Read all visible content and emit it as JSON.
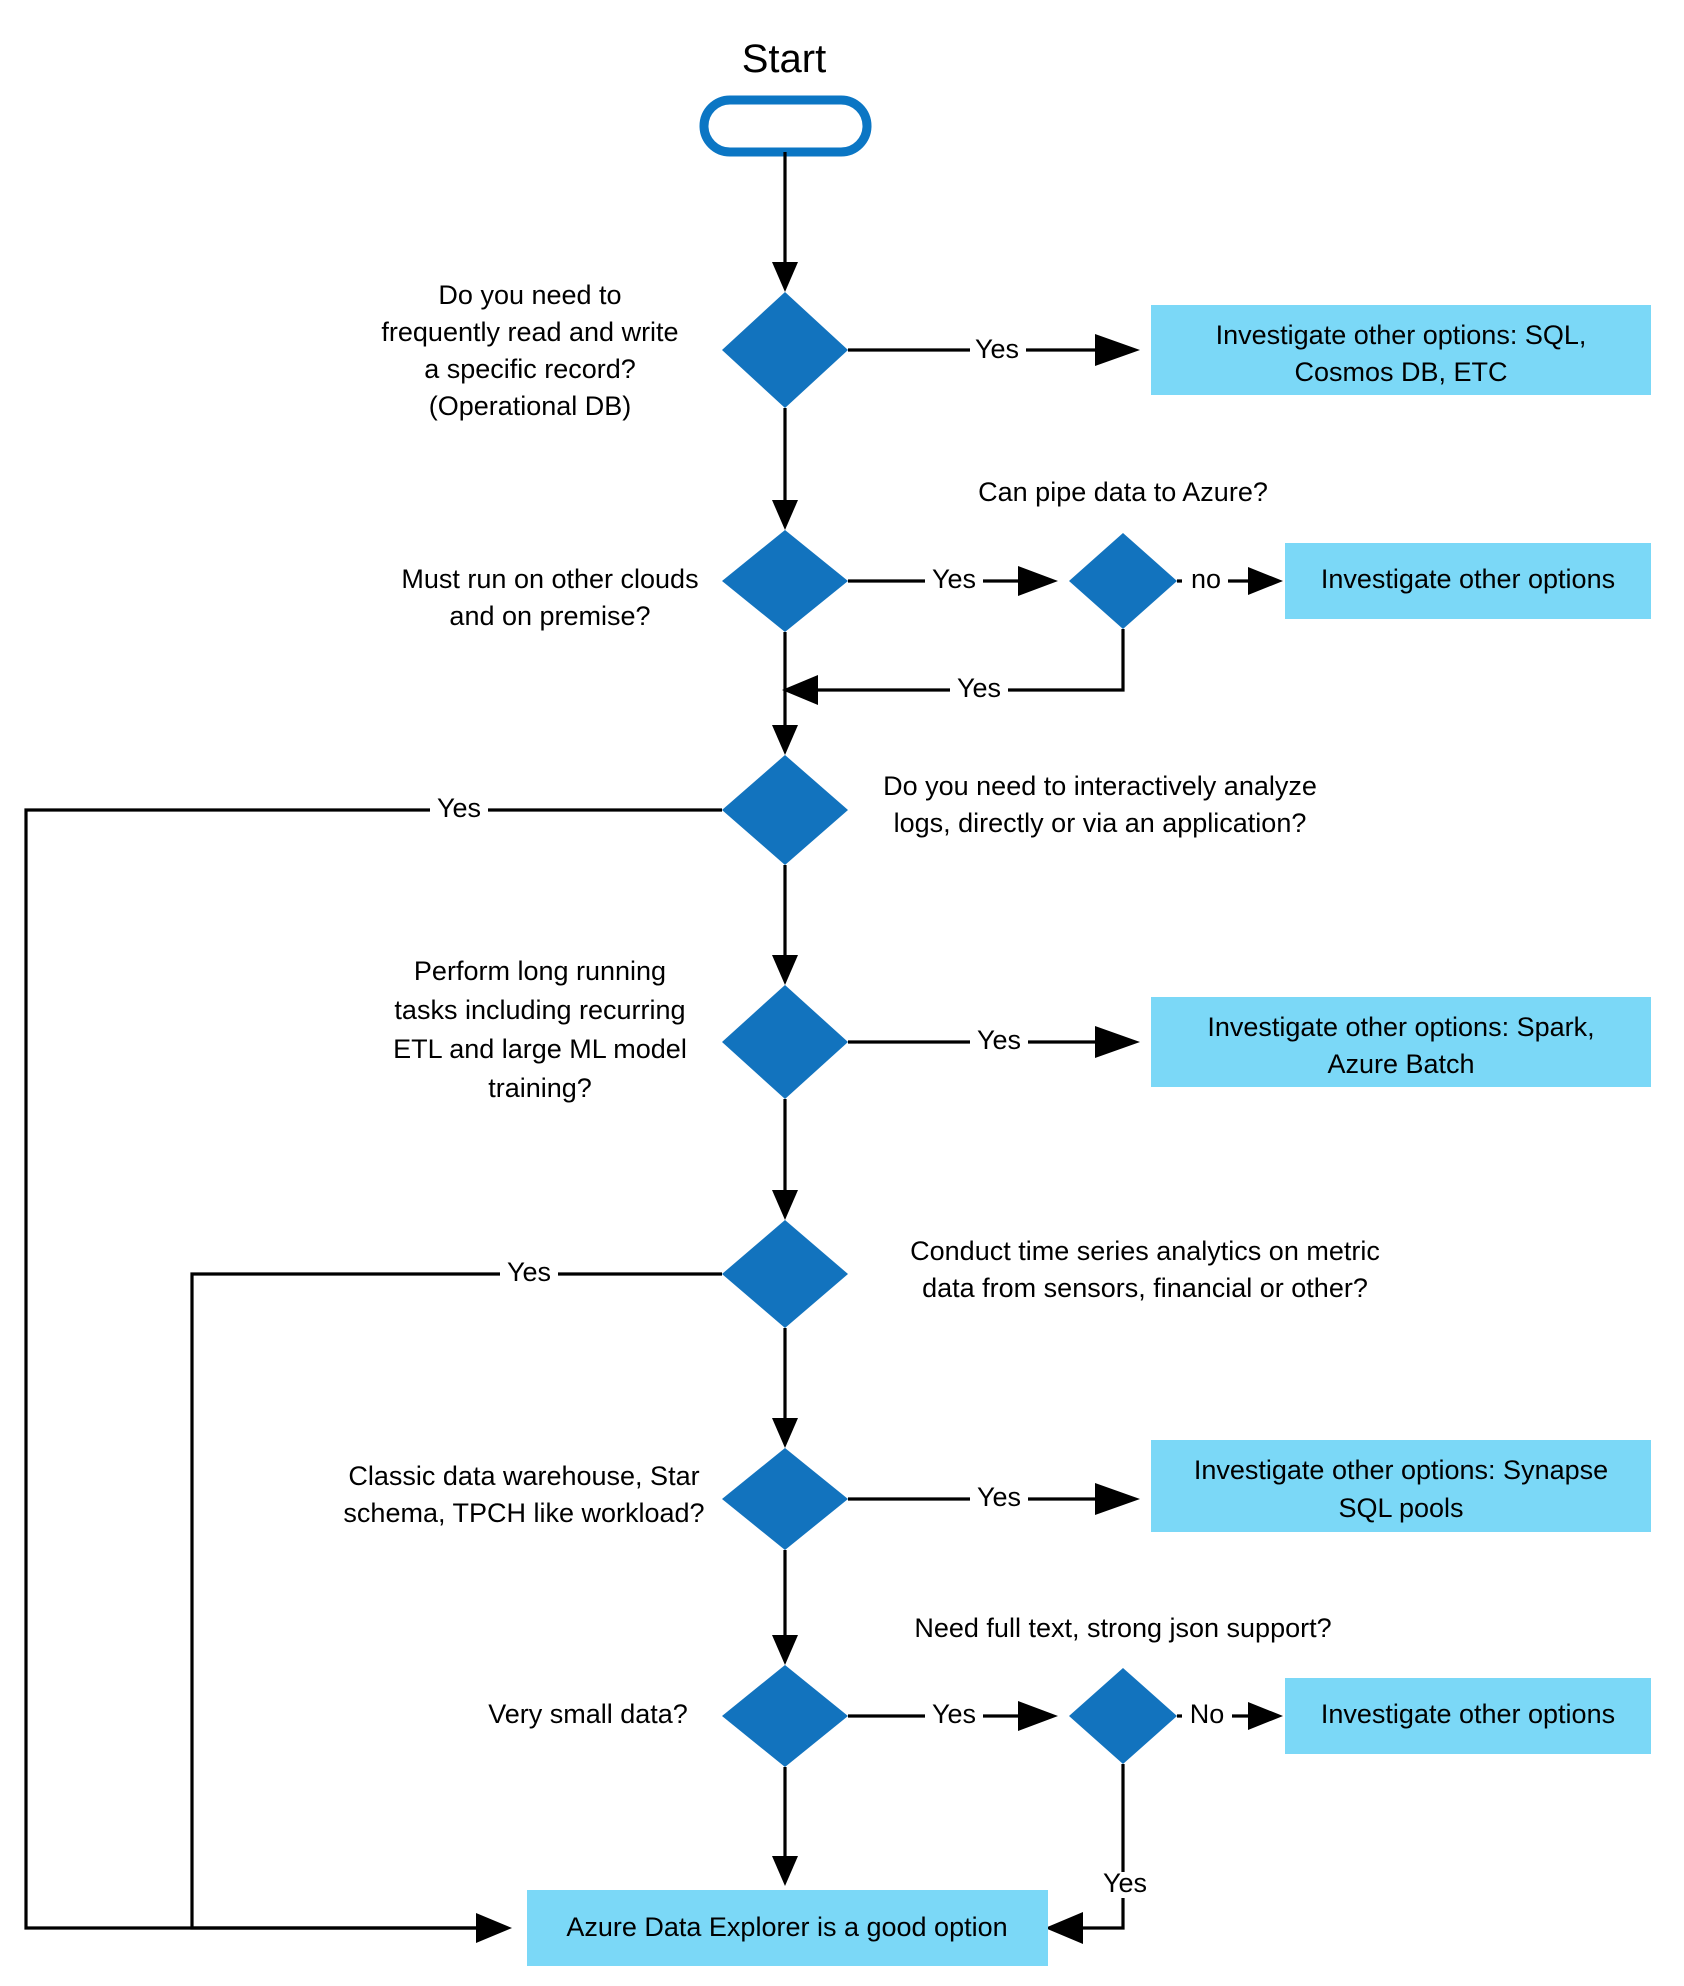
{
  "diagram": {
    "title": "Azure Data Explorer decision flowchart",
    "colors": {
      "decision_fill": "#1273BE",
      "result_fill": "#7BD8F7",
      "start_stroke": "#0B76C4",
      "connector": "#000000",
      "text": "#000000",
      "background": "#FFFFFF"
    },
    "start": {
      "label": "Start",
      "shape": "rounded-rectangle",
      "body_text": ""
    },
    "decisions": [
      {
        "id": "operational-db",
        "lines": [
          "Do you need to",
          "frequently read and write",
          "a specific record?",
          "(Operational DB)"
        ],
        "label_side": "left"
      },
      {
        "id": "other-clouds",
        "lines": [
          "Must run on other clouds",
          "and on premise?"
        ],
        "label_side": "left"
      },
      {
        "id": "pipe-to-azure",
        "lines": [
          "Can pipe data to Azure?"
        ],
        "label_side": "above"
      },
      {
        "id": "interactive-logs",
        "lines": [
          "Do you need to interactively analyze",
          "logs, directly or via an application?"
        ],
        "label_side": "right"
      },
      {
        "id": "long-running-tasks",
        "lines": [
          "Perform long running",
          "tasks including recurring",
          "ETL and large ML model",
          "training?"
        ],
        "label_side": "left"
      },
      {
        "id": "time-series",
        "lines": [
          "Conduct time series analytics on metric",
          "data from sensors, financial or other?"
        ],
        "label_side": "right"
      },
      {
        "id": "data-warehouse",
        "lines": [
          "Classic data warehouse, Star",
          "schema, TPCH like workload?"
        ],
        "label_side": "left"
      },
      {
        "id": "very-small-data",
        "lines": [
          "Very small data?"
        ],
        "label_side": "left"
      },
      {
        "id": "full-text-json",
        "lines": [
          "Need full text, strong json support?"
        ],
        "label_side": "above"
      }
    ],
    "results": [
      {
        "id": "result-sql-cosmos",
        "lines": [
          "Investigate other options: SQL,",
          "Cosmos DB, ETC"
        ]
      },
      {
        "id": "result-other-options-1",
        "lines": [
          "Investigate other options"
        ]
      },
      {
        "id": "result-spark-batch",
        "lines": [
          "Investigate other options: Spark,",
          "Azure Batch"
        ]
      },
      {
        "id": "result-synapse",
        "lines": [
          "Investigate other options: Synapse",
          "SQL pools"
        ]
      },
      {
        "id": "result-other-options-2",
        "lines": [
          "Investigate other options"
        ]
      },
      {
        "id": "result-adx",
        "lines": [
          "Azure Data Explorer is a good option"
        ]
      }
    ],
    "edge_labels": {
      "yes_operational_db": "Yes",
      "yes_other_clouds": "Yes",
      "no_pipe_to_azure": "no",
      "yes_pipe_to_azure_loopback": "Yes",
      "yes_interactive_logs": "Yes",
      "yes_long_running": "Yes",
      "yes_time_series": "Yes",
      "yes_data_warehouse": "Yes",
      "yes_very_small_data": "Yes",
      "no_full_text_json": "No",
      "yes_full_text_json": "Yes"
    }
  }
}
